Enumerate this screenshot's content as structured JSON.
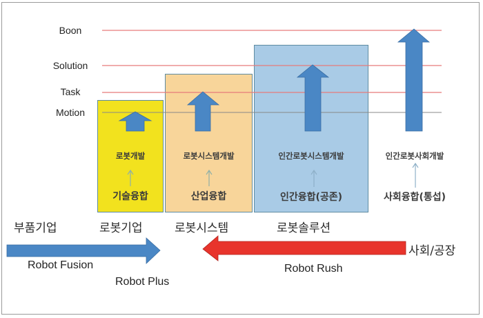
{
  "levels": [
    {
      "id": "boon",
      "label": "Boon"
    },
    {
      "id": "solution",
      "label": "Solution"
    },
    {
      "id": "task",
      "label": "Task"
    },
    {
      "id": "motion",
      "label": "Motion"
    }
  ],
  "columns": [
    {
      "id": "robot-dev",
      "top": "로봇개발",
      "bottom": "기술융합",
      "reaches_level": "Motion",
      "fill": "#f2e21e"
    },
    {
      "id": "robot-system-dev",
      "top": "로봇시스템개발",
      "bottom": "산업융합",
      "reaches_level": "Task",
      "fill": "#f8d59a"
    },
    {
      "id": "human-robot-system-dev",
      "top": "인간로봇시스템개발",
      "bottom": "인간융합(공존)",
      "reaches_level": "Solution",
      "fill": "#a9cbe6"
    },
    {
      "id": "human-robot-society-dev",
      "top": "인간로봇사회개발",
      "bottom": "사회융합(통섭)",
      "reaches_level": "Boon",
      "fill": "none"
    }
  ],
  "stages": [
    "부품기업",
    "로봇기업",
    "로봇시스템",
    "로봇솔루션"
  ],
  "flows": {
    "fusion": {
      "label": "Robot Fusion",
      "direction": "right",
      "color": "#4a87c5"
    },
    "plus": {
      "label": "Robot Plus"
    },
    "rush": {
      "label": "Robot Rush",
      "direction": "left",
      "color": "#e8342c",
      "source": "사회/공장"
    }
  },
  "colors": {
    "level_line": "#e67b7b",
    "arrow_blue": "#4a87c5",
    "arrow_red": "#e8342c",
    "connector": "#8fb0a8"
  }
}
